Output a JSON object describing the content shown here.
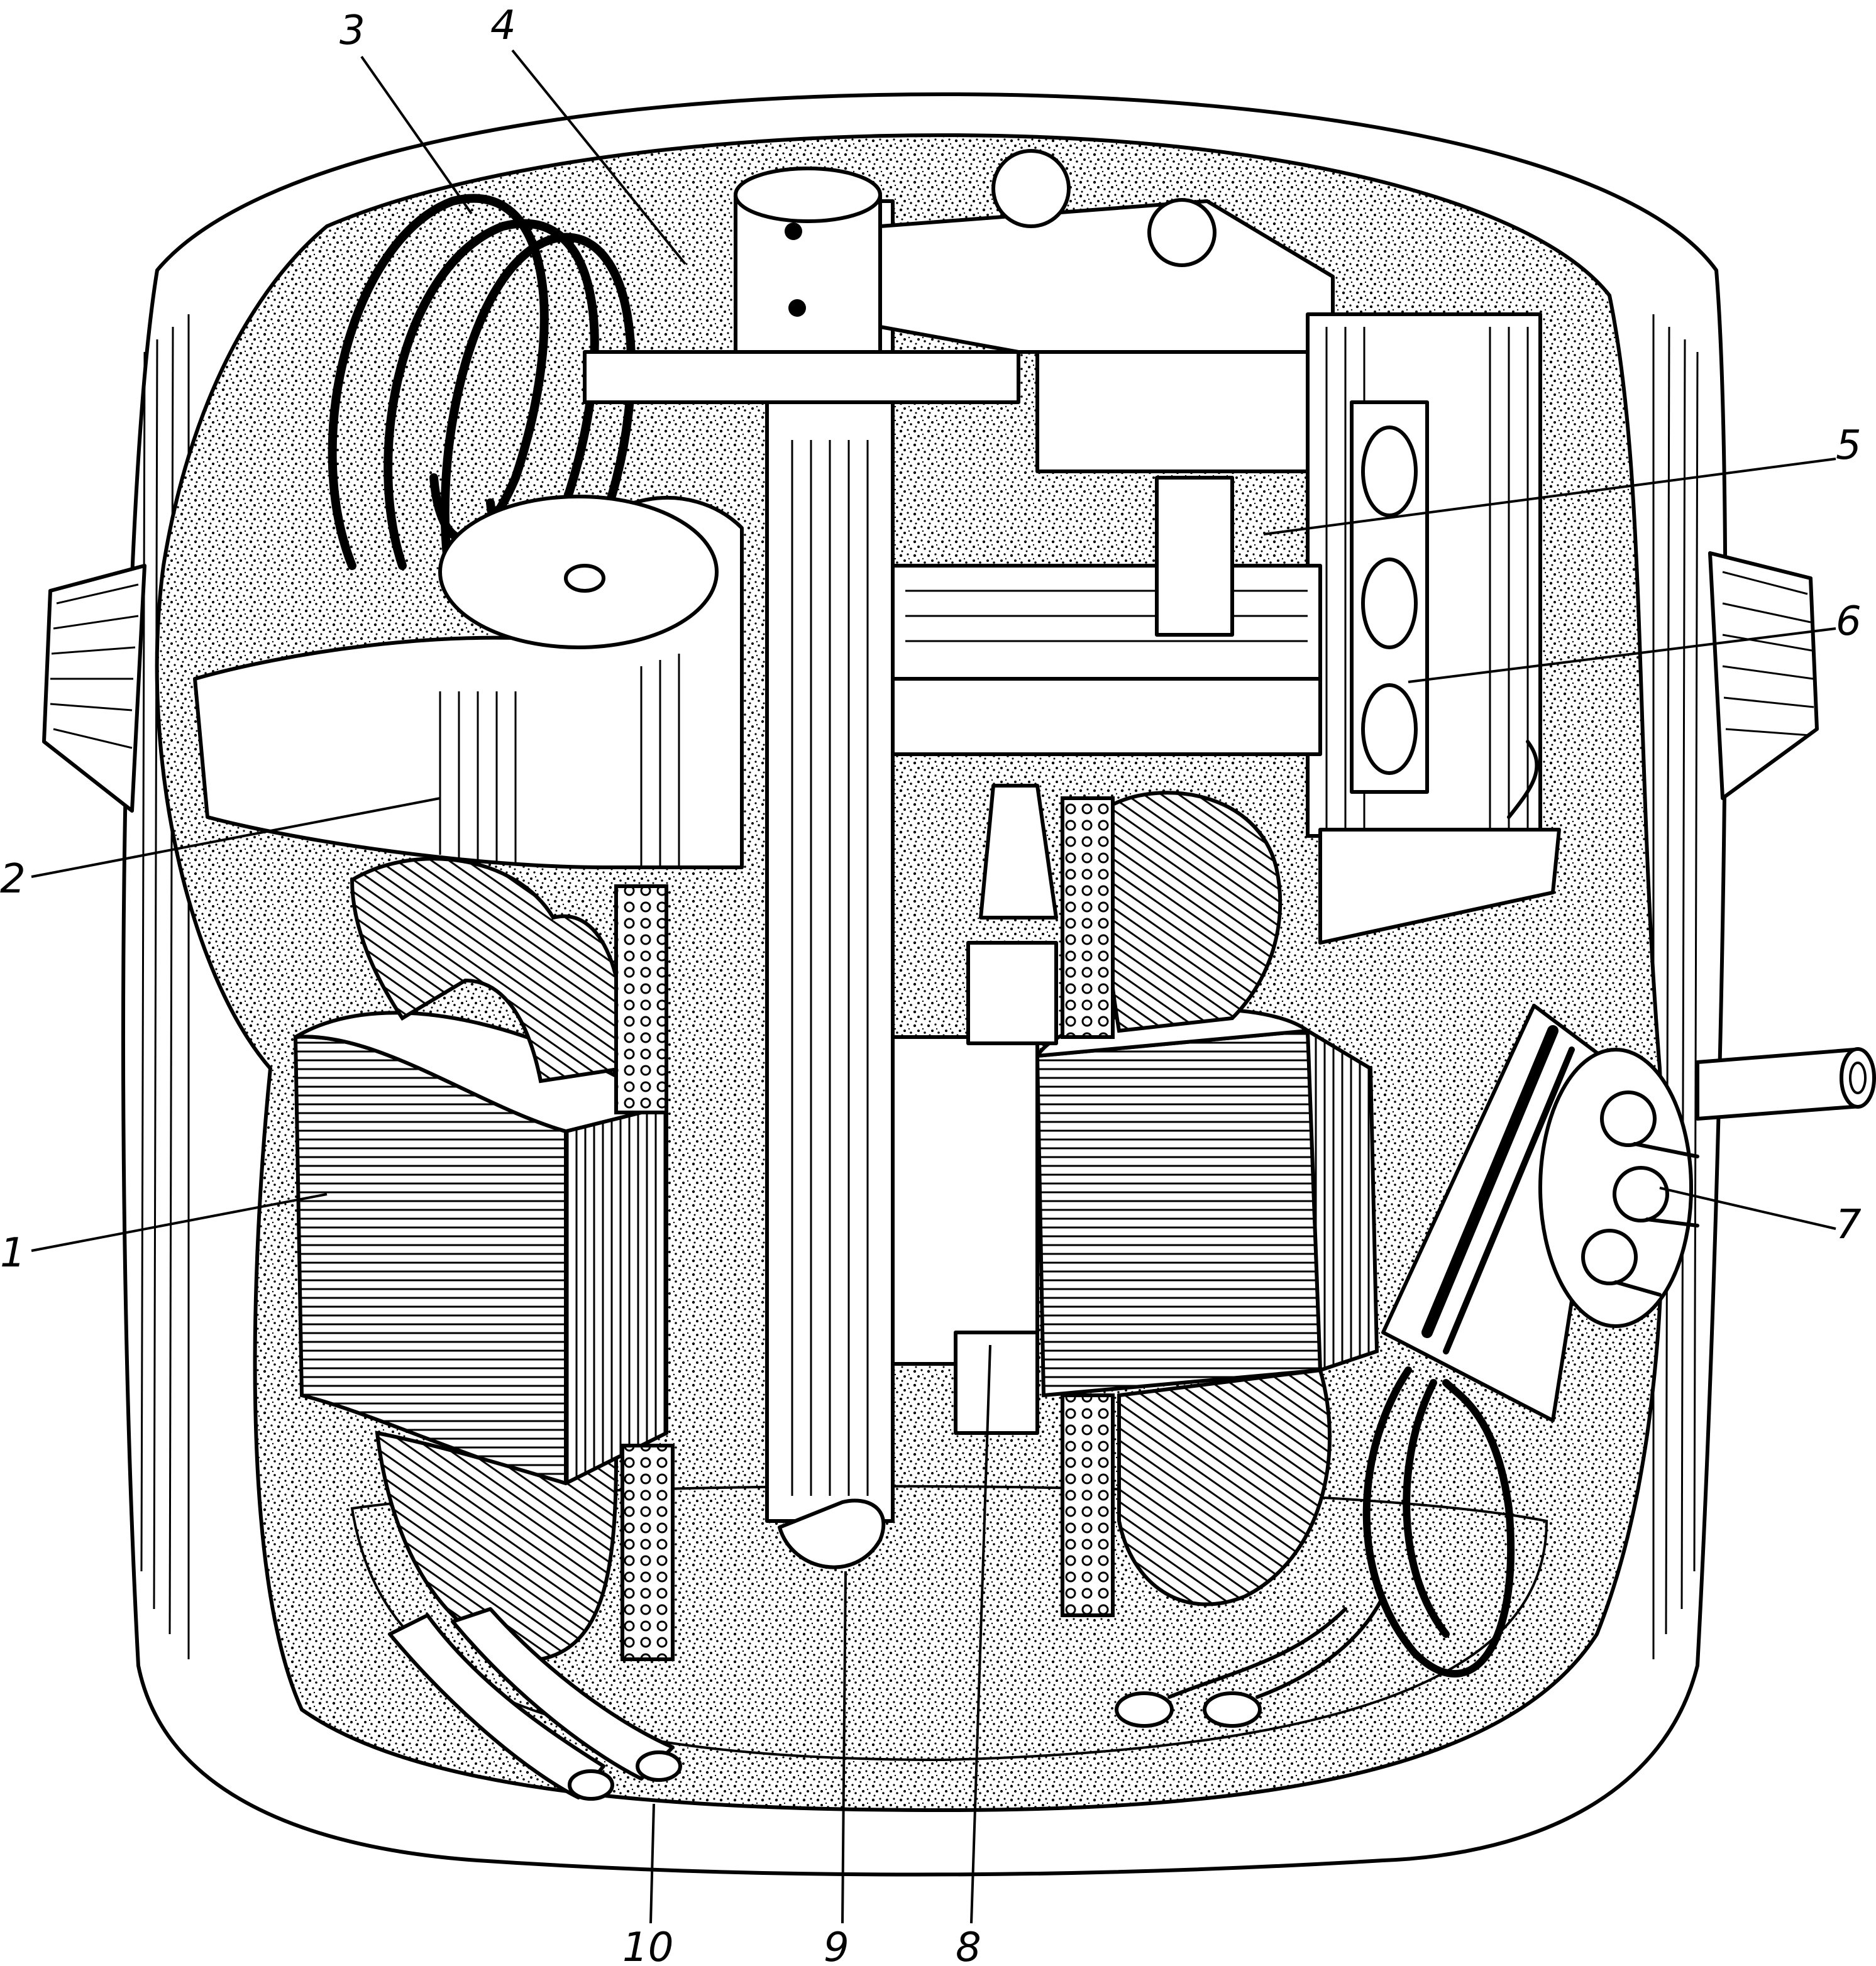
{
  "figure": {
    "ink_color": "#000000",
    "paper_color": "#ffffff",
    "callouts": [
      {
        "id": "1",
        "label": "1"
      },
      {
        "id": "2",
        "label": "2"
      },
      {
        "id": "3",
        "label": "3"
      },
      {
        "id": "4",
        "label": "4"
      },
      {
        "id": "5",
        "label": "5"
      },
      {
        "id": "6",
        "label": "6"
      },
      {
        "id": "7",
        "label": "7"
      },
      {
        "id": "8",
        "label": "8"
      },
      {
        "id": "9",
        "label": "9"
      },
      {
        "id": "10",
        "label": "10"
      }
    ]
  }
}
